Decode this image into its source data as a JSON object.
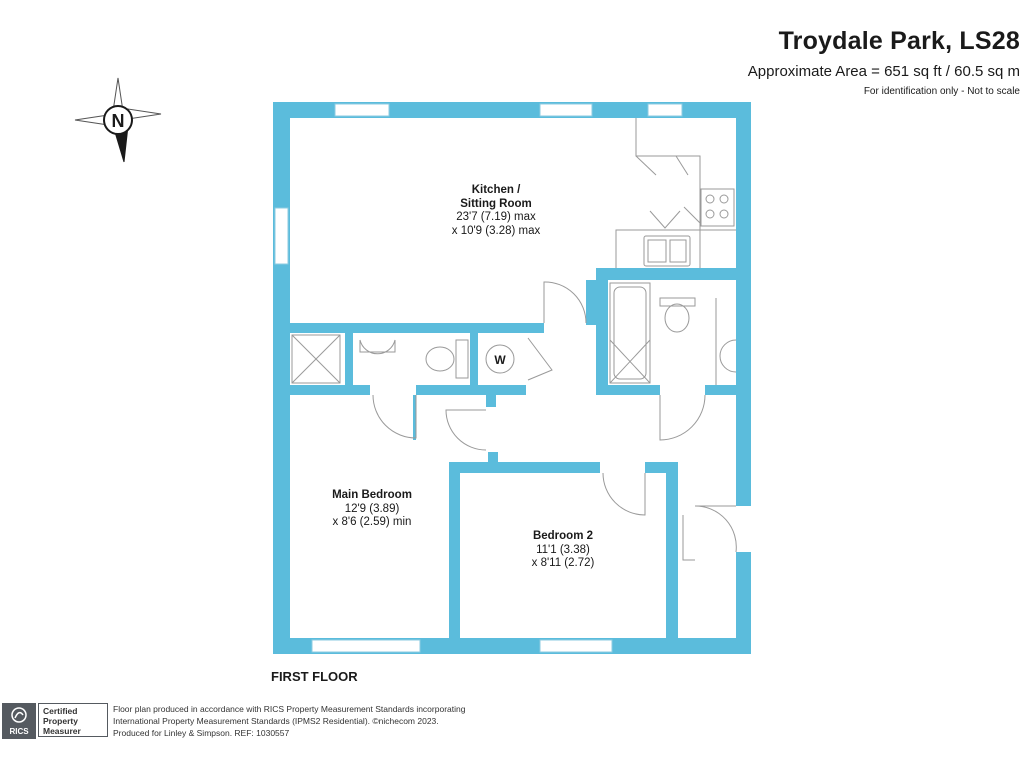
{
  "header": {
    "title": "Troydale Park, LS28",
    "area": "Approximate Area = 651 sq ft / 60.5 sq m",
    "note": "For identification only - Not to scale"
  },
  "compass": {
    "label": "N"
  },
  "rooms": {
    "kitchen": {
      "name1": "Kitchen /",
      "name2": "Sitting Room",
      "dim1": "23'7 (7.19) max",
      "dim2": "x 10'9 (3.28) max"
    },
    "main_bedroom": {
      "name": "Main Bedroom",
      "dim1": "12'9 (3.89)",
      "dim2": "x 8'6 (2.59) min"
    },
    "bedroom2": {
      "name": "Bedroom 2",
      "dim1": "11'1 (3.38)",
      "dim2": "x 8'11 (2.72)"
    },
    "cupboard": {
      "label": "W"
    }
  },
  "floor_label": "FIRST FLOOR",
  "footer": {
    "line1": "Floor plan produced in accordance with RICS Property Measurement Standards incorporating",
    "line2": "International Property Measurement Standards (IPMS2 Residential).  ©nichecom 2023.",
    "line3": "Produced for Linley & Simpson.   REF: 1030557"
  },
  "rics_badge": {
    "logo": "RICS",
    "line1": "Certified",
    "line2": "Property",
    "line3": "Measurer"
  },
  "colors": {
    "wall": "#5bbcdc",
    "fixture": "#9a9a9a"
  }
}
